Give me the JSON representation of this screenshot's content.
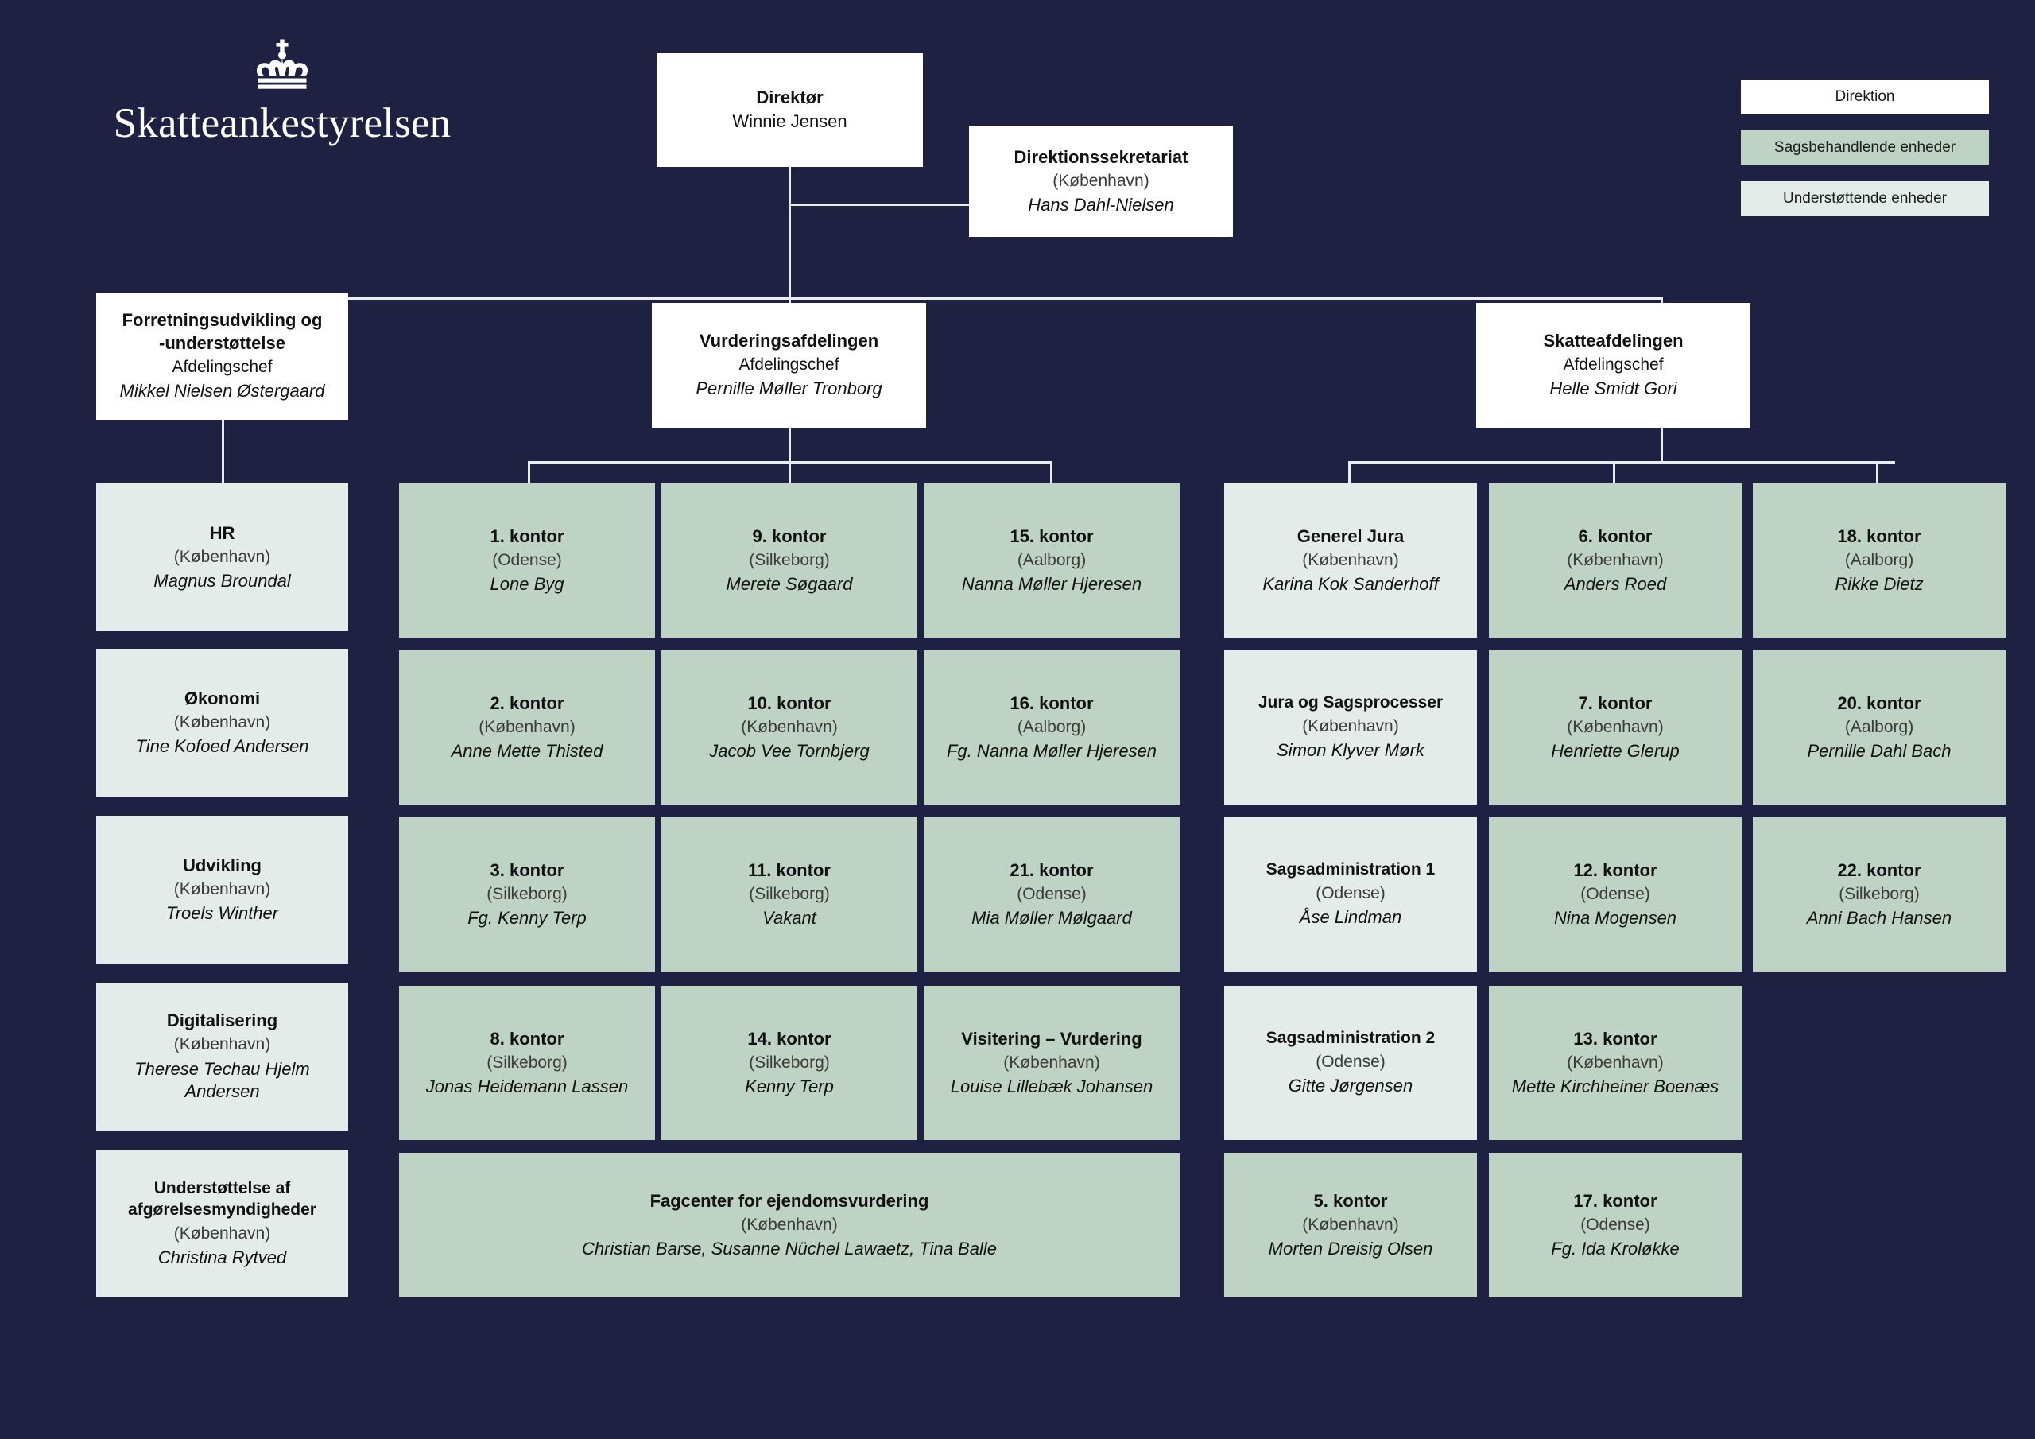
{
  "org": {
    "name": "Skatteankestyrelsen",
    "crown_icon": "crown-icon"
  },
  "legend": {
    "items": [
      {
        "label": "Direktion",
        "color": "#ffffff",
        "key": "direktion"
      },
      {
        "label": "Sagsbehandlende enheder",
        "color": "#bed3c4",
        "key": "sagsbehandlende"
      },
      {
        "label": "Understøttende enheder",
        "color": "#e4ecea",
        "key": "understottende"
      }
    ]
  },
  "colors": {
    "background": "#1e2142",
    "line": "#e9edf3",
    "direktion": "#ffffff",
    "sagsbehandlende": "#bed3c4",
    "understottende": "#e4ecea",
    "text": "#111111"
  },
  "nodes": {
    "direktor": {
      "title": "Direktør",
      "location": "",
      "person": "Winnie Jensen",
      "type": "direktion"
    },
    "direktionssek": {
      "title": "Direktionssekretariat",
      "location": "(København)",
      "person": "Hans Dahl-Nielsen",
      "type": "direktion"
    },
    "forretning": {
      "title": "Forretningsudvikling og -understøttelse",
      "title_line1": "Forretningsudvikling og",
      "title_line2": "-understøttelse",
      "role": "Afdelingschef",
      "person": "Mikkel Nielsen Østergaard",
      "type": "direktion"
    },
    "vurdering": {
      "title": "Vurderingsafdelingen",
      "role": "Afdelingschef",
      "person": "Pernille Møller Tronborg",
      "type": "direktion"
    },
    "skat": {
      "title": "Skatteafdelingen",
      "role": "Afdelingschef",
      "person": "Helle Smidt Gori",
      "type": "direktion"
    }
  },
  "columns": {
    "forretning": {
      "units": [
        {
          "title": "HR",
          "location": "(København)",
          "person": "Magnus Broundal",
          "type": "understottende"
        },
        {
          "title": "Økonomi",
          "location": "(København)",
          "person": "Tine Kofoed Andersen",
          "type": "understottende"
        },
        {
          "title": "Udvikling",
          "location": "(København)",
          "person": "Troels Winther",
          "type": "understottende"
        },
        {
          "title": "Digitalisering",
          "location": "(København)",
          "person": "Therese Techau Hjelm Andersen",
          "type": "understottende"
        },
        {
          "title": "Understøttelse af afgørelsesmyndigheder",
          "location": "(København)",
          "person": "Christina Rytved",
          "type": "understottende"
        }
      ]
    },
    "vurdering_c1": {
      "units": [
        {
          "title": "1. kontor",
          "location": "(Odense)",
          "person": "Lone Byg",
          "type": "sagsbehandlende"
        },
        {
          "title": "2. kontor",
          "location": "(København)",
          "person": "Anne Mette Thisted",
          "type": "sagsbehandlende"
        },
        {
          "title": "3. kontor",
          "location": "(Silkeborg)",
          "person": "Fg. Kenny Terp",
          "type": "sagsbehandlende"
        },
        {
          "title": "8. kontor",
          "location": "(Silkeborg)",
          "person": "Jonas Heidemann Lassen",
          "type": "sagsbehandlende"
        }
      ]
    },
    "vurdering_c2": {
      "units": [
        {
          "title": "9. kontor",
          "location": "(Silkeborg)",
          "person": "Merete Søgaard",
          "type": "sagsbehandlende"
        },
        {
          "title": "10. kontor",
          "location": "(København)",
          "person": "Jacob Vee Tornbjerg",
          "type": "sagsbehandlende"
        },
        {
          "title": "11. kontor",
          "location": "(Silkeborg)",
          "person": "Vakant",
          "type": "sagsbehandlende"
        },
        {
          "title": "14. kontor",
          "location": "(Silkeborg)",
          "person": "Kenny Terp",
          "type": "sagsbehandlende"
        }
      ]
    },
    "vurdering_c3": {
      "units": [
        {
          "title": "15. kontor",
          "location": "(Aalborg)",
          "person": "Nanna Møller Hjeresen",
          "type": "sagsbehandlende"
        },
        {
          "title": "16. kontor",
          "location": "(Aalborg)",
          "person": "Fg. Nanna Møller Hjeresen",
          "type": "sagsbehandlende"
        },
        {
          "title": "21. kontor",
          "location": "(Odense)",
          "person": "Mia Møller Mølgaard",
          "type": "sagsbehandlende"
        },
        {
          "title": "Visitering – Vurdering",
          "location": "(København)",
          "person": "Louise Lillebæk Johansen",
          "type": "sagsbehandlende"
        }
      ]
    },
    "vurdering_wide": {
      "unit": {
        "title": "Fagcenter for ejendomsvurdering",
        "location": "(København)",
        "person": "Christian Barse, Susanne Nüchel Lawaetz, Tina Balle",
        "type": "sagsbehandlende"
      }
    },
    "skat_c1": {
      "units": [
        {
          "title": "Generel Jura",
          "location": "(København)",
          "person": "Karina Kok Sanderhoff",
          "type": "understottende"
        },
        {
          "title": "Jura og Sagsprocesser",
          "location": "(København)",
          "person": "Simon Klyver Mørk",
          "type": "understottende"
        },
        {
          "title": "Sagsadministration 1",
          "location": "(Odense)",
          "person": "Åse Lindman",
          "type": "understottende"
        },
        {
          "title": "Sagsadministration 2",
          "location": "(Odense)",
          "person": "Gitte Jørgensen",
          "type": "understottende"
        },
        {
          "title": "5. kontor",
          "location": "(København)",
          "person": "Morten Dreisig Olsen",
          "type": "sagsbehandlende"
        }
      ]
    },
    "skat_c2": {
      "units": [
        {
          "title": "6. kontor",
          "location": "(København)",
          "person": "Anders Roed",
          "type": "sagsbehandlende"
        },
        {
          "title": "7. kontor",
          "location": "(København)",
          "person": "Henriette Glerup",
          "type": "sagsbehandlende"
        },
        {
          "title": "12. kontor",
          "location": "(Odense)",
          "person": "Nina Mogensen",
          "type": "sagsbehandlende"
        },
        {
          "title": "13. kontor",
          "location": "(København)",
          "person": "Mette Kirchheiner Boenæs",
          "type": "sagsbehandlende"
        },
        {
          "title": "17. kontor",
          "location": "(Odense)",
          "person": "Fg. Ida Kroløkke",
          "type": "sagsbehandlende"
        }
      ]
    },
    "skat_c3": {
      "units": [
        {
          "title": "18. kontor",
          "location": "(Aalborg)",
          "person": "Rikke Dietz",
          "type": "sagsbehandlende"
        },
        {
          "title": "20. kontor",
          "location": "(Aalborg)",
          "person": "Pernille Dahl Bach",
          "type": "sagsbehandlende"
        },
        {
          "title": "22. kontor",
          "location": "(Silkeborg)",
          "person": "Anni Bach Hansen",
          "type": "sagsbehandlende"
        }
      ]
    }
  }
}
